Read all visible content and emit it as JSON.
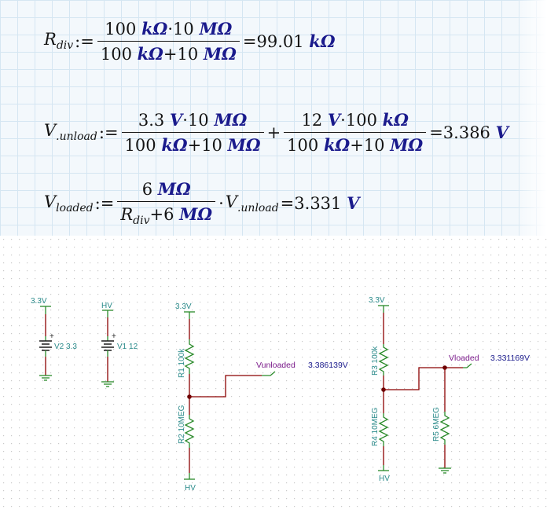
{
  "math": {
    "eq1": {
      "lhs_var": "R",
      "lhs_sub": "div",
      "assign": ":=",
      "num_a": "100",
      "num_a_unit": "kΩ",
      "dot": "·",
      "num_b": "10",
      "num_b_unit": "MΩ",
      "den_a": "100",
      "den_a_unit": "kΩ",
      "plus": "+",
      "den_b": "10",
      "den_b_unit": "MΩ",
      "equals": "=",
      "result": "99.01",
      "result_unit": "kΩ"
    },
    "eq2": {
      "lhs_var": "V",
      "lhs_sub": ".unload",
      "assign": ":=",
      "f1_num_a": "3.3",
      "f1_num_a_unit": "V",
      "dot": "·",
      "f1_num_b": "10",
      "f1_num_b_unit": "MΩ",
      "f1_den_a": "100",
      "f1_den_a_unit": "kΩ",
      "plus": "+",
      "f1_den_b": "10",
      "f1_den_b_unit": "MΩ",
      "f2_num_a": "12",
      "f2_num_a_unit": "V",
      "f2_num_b": "100",
      "f2_num_b_unit": "kΩ",
      "f2_den_a": "100",
      "f2_den_a_unit": "kΩ",
      "f2_den_b": "10",
      "f2_den_b_unit": "MΩ",
      "equals": "=",
      "result": "3.386",
      "result_unit": "V"
    },
    "eq3": {
      "lhs_var": "V",
      "lhs_sub": "loaded",
      "assign": ":=",
      "num": "6",
      "num_unit": "MΩ",
      "den_var": "R",
      "den_sub": "div",
      "plus": "+",
      "den_b": "6",
      "den_b_unit": "MΩ",
      "dot": "·",
      "mul_var": "V",
      "mul_sub": ".unload",
      "equals": "=",
      "result": "3.331",
      "result_unit": "V"
    }
  },
  "schematic": {
    "v2": {
      "top_label": "3.3V",
      "name": "V2 3.3",
      "plus": "+"
    },
    "v1": {
      "top_label": "HV",
      "name": "V1 12",
      "plus": "+"
    },
    "div1": {
      "top_label": "3.3V",
      "r1_label": "R1 100k",
      "r2_label": "R2 10MEG",
      "bottom_label": "HV",
      "probe_name": "Vunloaded",
      "probe_value": "3.386139V"
    },
    "div2": {
      "top_label": "3.3V",
      "r3_label": "R3 100k",
      "r4_label": "R4 10MEG",
      "r5_label": "R5 6MEG",
      "bottom_label": "HV",
      "probe_name": "Vloaded",
      "probe_value": "3.331169V"
    }
  },
  "colors": {
    "wire": "#8b0000",
    "component": "#2a8a2a",
    "net_label": "#2a8a8a",
    "probe_name": "#7a1a8a",
    "probe_value": "#1a1a8c",
    "math_unit": "#1a1a8c"
  }
}
